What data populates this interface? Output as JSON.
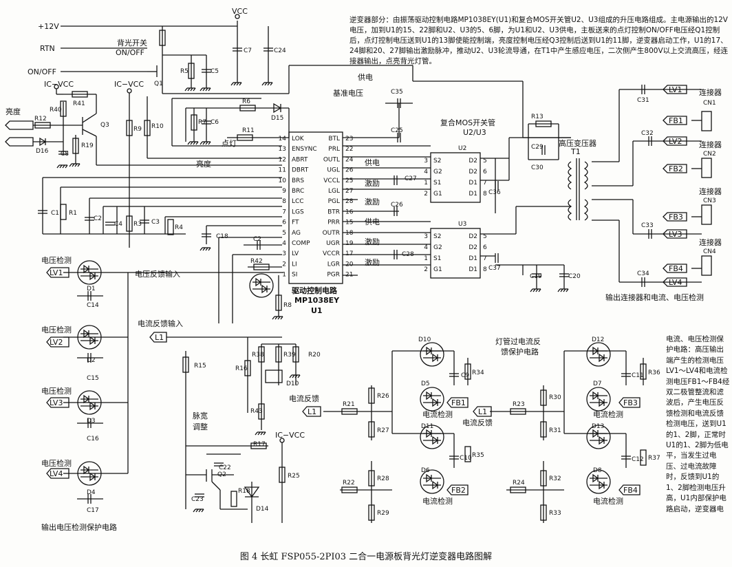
{
  "description_top": "逆变器部分：由振荡驱动控制电路MP1038EY(U1)和复合MOS开关管U2、U3组成的升压电路组成。主电源输出的12V电压，加到U1的15、22脚和U2、U3的5、6脚，为U1和U2、U3供电，主板送来的点灯控制ON/OFF电压经Q1控制后，点灯控制电压送到U1的13脚使能控制端，亮度控制电压经Q3控制后送到U1的11脚，逆变器启动工作，U1的17、24脚和20、27脚输出激励脉冲，推动U2、U3轮流导通，在T1中产生感应电压，二次侧产生800V以上交流高压，经连接器输出，点亮背光灯管。",
  "description_right": "电流、电压检测保护电路：高压输出端产生的检测电压LV1～LV4和电流检测电压FB1～FB4经双二极管整流和滤波后，产生电压反馈检测和电流反馈检测电压，送到U1的1、2脚，正常时U1的1、2脚为低电平，当发生过电压、过电流故障时，反馈到U1的1、2脚检测电压升高，U1内部保护电路启动，逆变器电",
  "caption": "图  4  长虹 FSP055-2PI03 二合一电源板背光灯逆变器电路图解",
  "labels": {
    "v12": "+12V",
    "vcc": "VCC",
    "rtn": "RTN",
    "onoff": "ON/OFF",
    "backlight": "背光开关",
    "backlight2": "ON/OFF",
    "ic_vcc": "IC−VCC",
    "brightness": "亮度",
    "supply": "供电",
    "ref_voltage": "基准电压",
    "light_on": "点灯",
    "brightness2": "亮度",
    "composite_mos": "复合MOS开关管",
    "u2u3": "U2/U3",
    "hv_transformer": "高压变压器",
    "t1": "T1",
    "excite": "激励",
    "gongdian": "供电",
    "v_detect": "电压检测",
    "v_feedback_in": "电压反馈输入",
    "i_feedback_in": "电流反馈输入",
    "pwm1": "脉宽",
    "pwm2": "调整",
    "i_feedback": "电流反馈",
    "i_detect": "电流检测",
    "lamp_prot1": "灯管过电流反",
    "lamp_prot2": "馈保护电路",
    "output_conn": "输出连接器和电流、电压检测",
    "v_prot": "输出电压检测保护电路",
    "connector": "连接器",
    "driver1": "驱动控制电路",
    "driver2": "MP1038EY",
    "driver3": "U1"
  },
  "u1_left_pins": [
    {
      "name": "LOK",
      "num": "14"
    },
    {
      "name": "ENSYNC",
      "num": "13"
    },
    {
      "name": "ABRT",
      "num": "12"
    },
    {
      "name": "DBRT",
      "num": "11"
    },
    {
      "name": "BRS",
      "num": "10"
    },
    {
      "name": "BRC",
      "num": "9"
    },
    {
      "name": "LCC",
      "num": "8"
    },
    {
      "name": "LGS",
      "num": "7"
    },
    {
      "name": "FT",
      "num": "6"
    },
    {
      "name": "AG",
      "num": "5"
    },
    {
      "name": "COMP",
      "num": "4"
    },
    {
      "name": "LV",
      "num": "3"
    },
    {
      "name": "LI",
      "num": "2"
    },
    {
      "name": "SI",
      "num": "1"
    }
  ],
  "u1_right_pins": [
    {
      "name": "BTL",
      "num": "23"
    },
    {
      "name": "PRL",
      "num": "22"
    },
    {
      "name": "OUTL",
      "num": "24"
    },
    {
      "name": "UGL",
      "num": "26"
    },
    {
      "name": "VCCL",
      "num": "25"
    },
    {
      "name": "LGL",
      "num": "27"
    },
    {
      "name": "PGL",
      "num": "28"
    },
    {
      "name": "BTR",
      "num": "16"
    },
    {
      "name": "PRR",
      "num": "15"
    },
    {
      "name": "OUTR",
      "num": "18"
    },
    {
      "name": "UGR",
      "num": "19"
    },
    {
      "name": "VCCR",
      "num": "17"
    },
    {
      "name": "LGR",
      "num": "20"
    },
    {
      "name": "PGR",
      "num": "21"
    }
  ],
  "mos_pins": {
    "left": [
      "S2",
      "G2",
      "S1",
      "G1"
    ],
    "right": [
      "D2",
      "D2",
      "D1",
      "D1"
    ],
    "lnum": [
      "3",
      "4",
      "1",
      "2"
    ],
    "rnum": [
      "5",
      "6",
      "7",
      "8"
    ]
  },
  "components": {
    "c7": "C7",
    "c24": "C24",
    "r5": "R5",
    "c5": "C5",
    "q1": "Q1",
    "r40": "R40",
    "r41": "R41",
    "q3": "Q3",
    "r12": "R12",
    "d16": "D16",
    "c8": "C8",
    "r19": "R19",
    "r9": "R9",
    "r10": "R10",
    "r6": "R6",
    "d15": "D15",
    "r7": "R7",
    "c6": "C6",
    "r11": "R11",
    "c1": "C1",
    "r1": "R1",
    "c2": "C2",
    "c4": "C4",
    "r3": "R3",
    "c3": "C3",
    "r4": "R4",
    "c18": "C18",
    "c2b": "C2",
    "r42": "R42",
    "r8": "R8",
    "c35": "C35",
    "c25": "C25",
    "c27": "C27",
    "c26": "C26",
    "c28": "C28",
    "c36": "C36",
    "c37": "C37",
    "c19": "C19",
    "c20": "C20",
    "r13": "R13",
    "c29": "C29",
    "c30": "C30",
    "c31": "C31",
    "c32": "C32",
    "c33": "C33",
    "c34": "C34",
    "cn1": "CN1",
    "cn2": "CN2",
    "cn3": "CN3",
    "cn4": "CN4",
    "d1": "D1",
    "d2": "D2",
    "d3": "D3",
    "d4": "D4",
    "c14": "C14",
    "c15": "C15",
    "c16": "C16",
    "c17": "C17",
    "r15": "R15",
    "r16": "R16",
    "r38": "R38",
    "r39": "R39",
    "r20": "R20",
    "d10b": "D10",
    "r43": "R43",
    "r17": "R17",
    "c22": "C22",
    "q2": "Q2",
    "c23": "C23",
    "r18": "R18",
    "d14": "D14",
    "r25": "R25",
    "d10": "D10",
    "c9": "C9",
    "r34": "R34",
    "d5": "D5",
    "r21": "R21",
    "r26": "R26",
    "r27": "R27",
    "d11": "D11",
    "c10": "C10",
    "r35": "R35",
    "d6": "D6",
    "r22": "R22",
    "r28": "R28",
    "r29": "R29",
    "d12": "D12",
    "c11": "C11",
    "r36": "R36",
    "d7": "D7",
    "r23": "R23",
    "r30": "R30",
    "r31": "R31",
    "d13": "D13",
    "c12": "C12",
    "r37": "R37",
    "d8": "D8",
    "r24": "R24",
    "r32": "R32",
    "r33": "R33"
  },
  "tags": {
    "lv1": "LV1",
    "lv2": "LV2",
    "lv3": "LV3",
    "lv4": "LV4",
    "fb1": "FB1",
    "fb2": "FB2",
    "fb3": "FB3",
    "fb4": "FB4",
    "l1": "L1"
  }
}
